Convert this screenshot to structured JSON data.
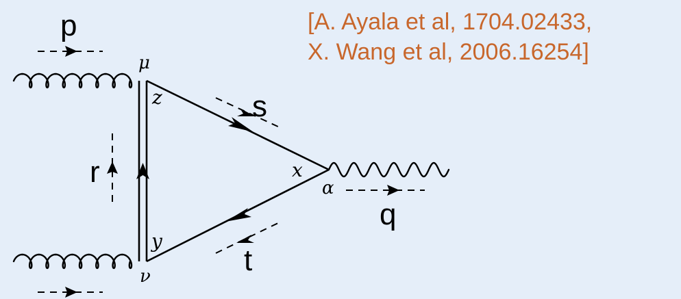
{
  "citation": {
    "line1": "[A. Ayala et al, 1704.02433,",
    "line2": "X. Wang et al, 2006.16254]"
  },
  "momenta": {
    "p": "p",
    "q": "q",
    "r": "r",
    "s": "s",
    "t": "t"
  },
  "vertices": {
    "mu": "μ",
    "nu": "ν",
    "alpha": "α"
  },
  "positions": {
    "z": "z",
    "y": "y",
    "x": "x"
  },
  "colors": {
    "background": "#e5eef9",
    "citation": "#c8672c",
    "lines": "#000000"
  }
}
